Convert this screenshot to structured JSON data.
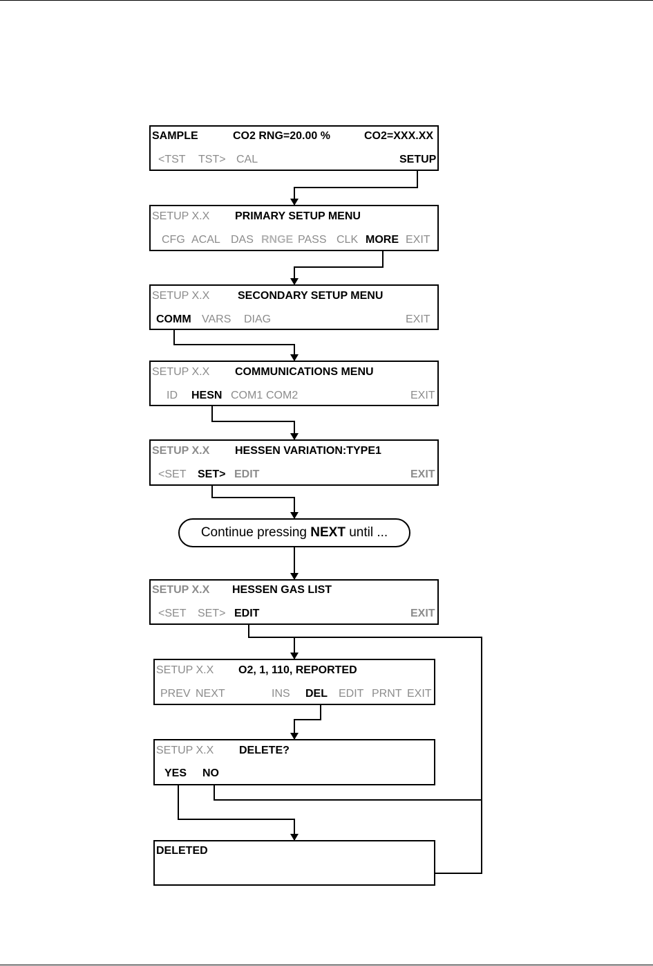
{
  "screens": {
    "sample": {
      "title": "SAMPLE",
      "range": "CO2 RNG=20.00 %",
      "value": "CO2=XXX.XX",
      "menu": [
        "<TST",
        "TST>",
        "CAL",
        "SETUP"
      ]
    },
    "primary": {
      "label": "SETUP X.X",
      "title": "PRIMARY SETUP MENU",
      "menu": [
        "CFG",
        "ACAL",
        "DAS",
        "RNGE",
        "PASS",
        "CLK",
        "MORE",
        "EXIT"
      ]
    },
    "secondary": {
      "label": "SETUP X.X",
      "title": "SECONDARY SETUP MENU",
      "menu": [
        "COMM",
        "VARS",
        "DIAG",
        "EXIT"
      ]
    },
    "communications": {
      "label": "SETUP X.X",
      "title": "COMMUNICATIONS MENU",
      "menu": [
        "ID",
        "HESN",
        "COM1",
        "COM2",
        "EXIT"
      ]
    },
    "hessen_variation": {
      "label": "SETUP X.X",
      "title": "HESSEN VARIATION:TYPE1",
      "menu": [
        "<SET",
        "SET>",
        "EDIT",
        "EXIT"
      ]
    },
    "continue_note": {
      "prefix": "Continue pressing ",
      "key": "NEXT",
      "suffix": " until ..."
    },
    "hessen_gas_list": {
      "label": "SETUP X.X",
      "title": "HESSEN GAS LIST",
      "menu": [
        "<SET",
        "SET>",
        "EDIT",
        "EXIT"
      ]
    },
    "gas_entry": {
      "label": "SETUP X.X",
      "title": "O2, 1, 110, REPORTED",
      "menu": [
        "PREV",
        "NEXT",
        "INS",
        "DEL",
        "EDIT",
        "PRNT",
        "EXIT"
      ]
    },
    "delete_confirm": {
      "label": "SETUP X.X",
      "title": "DELETE?",
      "menu": [
        "YES",
        "NO"
      ]
    },
    "deleted": {
      "title": "DELETED"
    }
  }
}
